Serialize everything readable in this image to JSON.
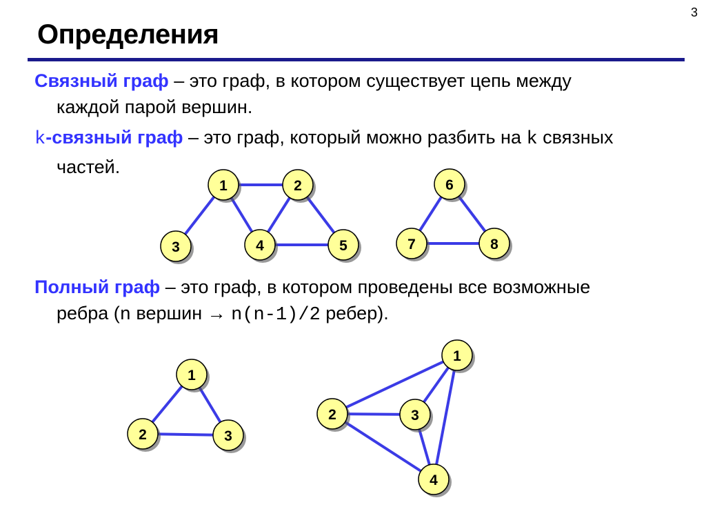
{
  "page_number": "3",
  "title": "Определения",
  "definitions": [
    {
      "term": "Связный граф",
      "text1": " – это граф, в котором существует цепь между",
      "text2": "каждой парой вершин."
    },
    {
      "term_k": "k",
      "term": "-связный граф",
      "text1a": " – это граф, который можно разбить на ",
      "k": "k",
      "text1b": " связных",
      "text2": "частей."
    },
    {
      "term": "Полный граф",
      "text1": " – это граф, в котором проведены все возможные",
      "text2a": "ребра (",
      "n": "n",
      "text2b": " вершин → ",
      "formula": "n(n-1)/2",
      "text2c": " ребер)."
    }
  ],
  "colors": {
    "edge": "#3b3be6",
    "node_fill": "#ffff99",
    "term": "#3333ff",
    "rule": "#1a1a8c"
  },
  "graphs": {
    "connected_a": {
      "nodes": [
        "1",
        "2",
        "3",
        "4",
        "5"
      ],
      "edges": [
        [
          "1",
          "2"
        ],
        [
          "1",
          "3"
        ],
        [
          "1",
          "4"
        ],
        [
          "2",
          "4"
        ],
        [
          "2",
          "5"
        ],
        [
          "4",
          "5"
        ]
      ]
    },
    "connected_b": {
      "nodes": [
        "6",
        "7",
        "8"
      ],
      "edges": [
        [
          "6",
          "7"
        ],
        [
          "6",
          "8"
        ],
        [
          "7",
          "8"
        ]
      ]
    },
    "complete_k3": {
      "nodes": [
        "1",
        "2",
        "3"
      ],
      "edges": [
        [
          "1",
          "2"
        ],
        [
          "1",
          "3"
        ],
        [
          "2",
          "3"
        ]
      ]
    },
    "complete_k4": {
      "nodes": [
        "1",
        "2",
        "3",
        "4"
      ],
      "edges": [
        [
          "1",
          "2"
        ],
        [
          "1",
          "3"
        ],
        [
          "1",
          "4"
        ],
        [
          "2",
          "3"
        ],
        [
          "2",
          "4"
        ],
        [
          "3",
          "4"
        ]
      ]
    }
  }
}
